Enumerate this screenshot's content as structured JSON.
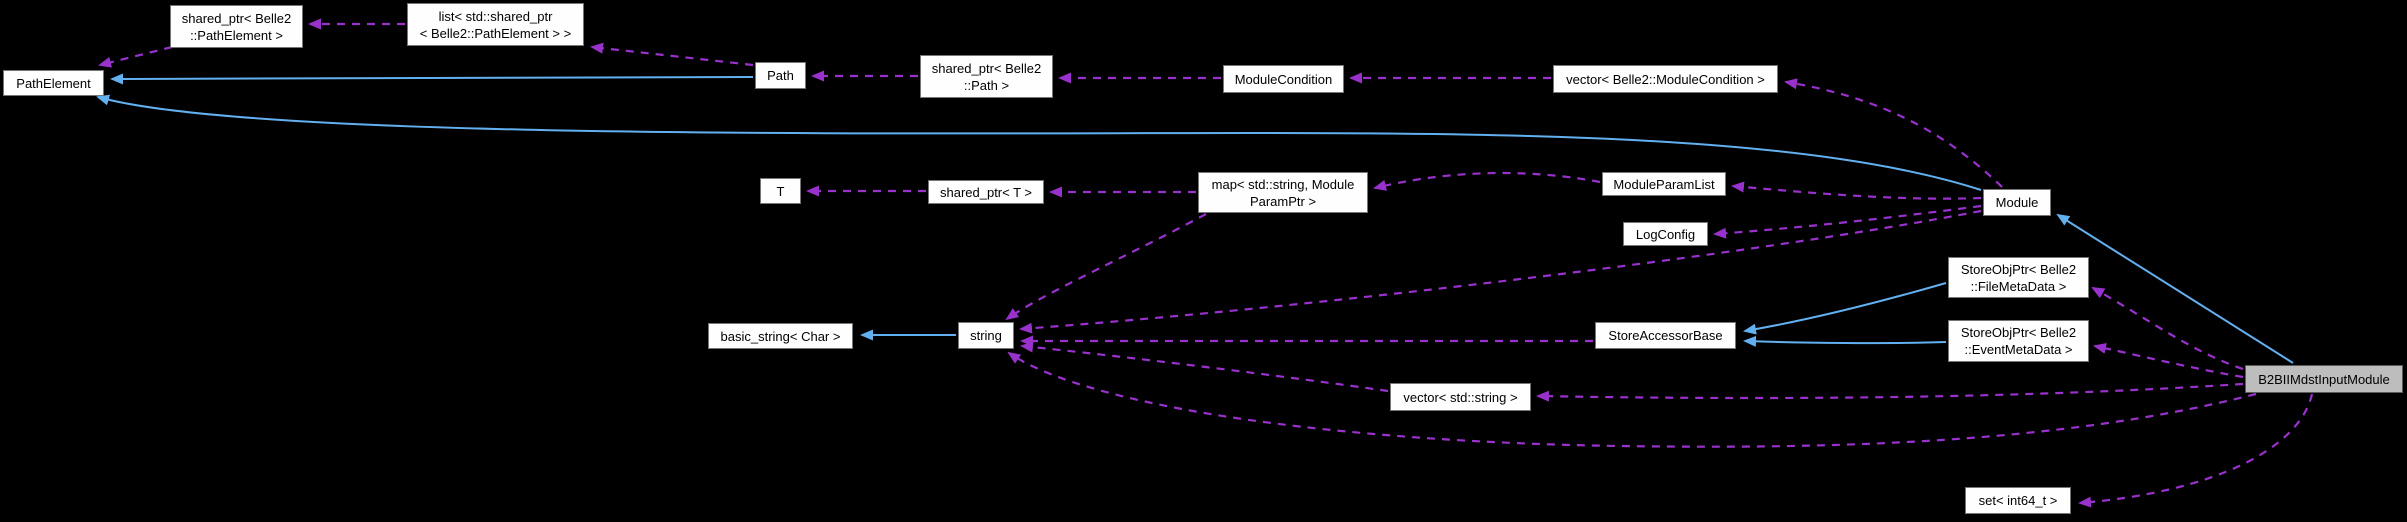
{
  "diagram": {
    "kind": "collaboration-graph",
    "colors": {
      "background": "#000000",
      "node_fill": "#fefefe",
      "node_highlight_fill": "#bdbdbd",
      "node_border": "#757575",
      "node_text": "#000000",
      "uses_edge": "#9932cc",
      "inherits_edge": "#63b0f0"
    },
    "nodes": [
      {
        "id": "shared-ptr-belle2-pathelement",
        "label": "shared_ptr< Belle2\n::PathElement >"
      },
      {
        "id": "list-std-shared-ptr-pathelement",
        "label": "list< std::shared_ptr\n< Belle2::PathElement > >"
      },
      {
        "id": "pathelement",
        "label": "PathElement"
      },
      {
        "id": "path",
        "label": "Path"
      },
      {
        "id": "shared-ptr-belle2-path",
        "label": "shared_ptr< Belle2\n::Path >"
      },
      {
        "id": "modulecondition",
        "label": "ModuleCondition"
      },
      {
        "id": "vector-belle2-modulecondition",
        "label": "vector< Belle2::ModuleCondition >"
      },
      {
        "id": "t",
        "label": "T"
      },
      {
        "id": "shared-ptr-t",
        "label": "shared_ptr< T >"
      },
      {
        "id": "map-std-string-moduleparamptr",
        "label": "map< std::string, Module\nParamPtr >"
      },
      {
        "id": "moduleparamlist",
        "label": "ModuleParamList"
      },
      {
        "id": "logconfig",
        "label": "LogConfig"
      },
      {
        "id": "module",
        "label": "Module"
      },
      {
        "id": "storeobjptr-belle2-filemetadata",
        "label": "StoreObjPtr< Belle2\n::FileMetaData >"
      },
      {
        "id": "storeaccessorbase",
        "label": "StoreAccessorBase"
      },
      {
        "id": "storeobjptr-belle2-eventmetadata",
        "label": "StoreObjPtr< Belle2\n::EventMetaData >"
      },
      {
        "id": "basic-string-char",
        "label": "basic_string< Char >"
      },
      {
        "id": "string",
        "label": "string"
      },
      {
        "id": "vector-std-string",
        "label": "vector< std::string >"
      },
      {
        "id": "b2biimdstinputmodule",
        "label": "B2BIIMdstInputModule"
      },
      {
        "id": "set-int64-t",
        "label": "set< int64_t >"
      }
    ],
    "edges": [
      {
        "from": "shared-ptr-belle2-pathelement",
        "to": "pathelement",
        "type": "uses"
      },
      {
        "from": "list-std-shared-ptr-pathelement",
        "to": "shared-ptr-belle2-pathelement",
        "type": "uses"
      },
      {
        "from": "path",
        "to": "list-std-shared-ptr-pathelement",
        "type": "uses"
      },
      {
        "from": "shared-ptr-belle2-path",
        "to": "path",
        "type": "uses"
      },
      {
        "from": "modulecondition",
        "to": "shared-ptr-belle2-path",
        "type": "uses"
      },
      {
        "from": "vector-belle2-modulecondition",
        "to": "modulecondition",
        "type": "uses"
      },
      {
        "from": "module",
        "to": "vector-belle2-modulecondition",
        "type": "uses"
      },
      {
        "from": "shared-ptr-t",
        "to": "t",
        "type": "uses"
      },
      {
        "from": "map-std-string-moduleparamptr",
        "to": "shared-ptr-t",
        "type": "uses"
      },
      {
        "from": "moduleparamlist",
        "to": "map-std-string-moduleparamptr",
        "type": "uses"
      },
      {
        "from": "module",
        "to": "moduleparamlist",
        "type": "uses"
      },
      {
        "from": "module",
        "to": "logconfig",
        "type": "uses"
      },
      {
        "from": "module",
        "to": "string",
        "type": "uses"
      },
      {
        "from": "map-std-string-moduleparamptr",
        "to": "string",
        "type": "uses"
      },
      {
        "from": "storeaccessorbase",
        "to": "string",
        "type": "uses"
      },
      {
        "from": "vector-std-string",
        "to": "string",
        "type": "uses"
      },
      {
        "from": "b2biimdstinputmodule",
        "to": "storeobjptr-belle2-filemetadata",
        "type": "uses"
      },
      {
        "from": "b2biimdstinputmodule",
        "to": "storeobjptr-belle2-eventmetadata",
        "type": "uses"
      },
      {
        "from": "b2biimdstinputmodule",
        "to": "vector-std-string",
        "type": "uses"
      },
      {
        "from": "b2biimdstinputmodule",
        "to": "string",
        "type": "uses"
      },
      {
        "from": "b2biimdstinputmodule",
        "to": "set-int64-t",
        "type": "uses"
      },
      {
        "from": "path",
        "to": "pathelement",
        "type": "inherits"
      },
      {
        "from": "module",
        "to": "pathelement",
        "type": "inherits"
      },
      {
        "from": "string",
        "to": "basic-string-char",
        "type": "inherits"
      },
      {
        "from": "storeobjptr-belle2-filemetadata",
        "to": "storeaccessorbase",
        "type": "inherits"
      },
      {
        "from": "storeobjptr-belle2-eventmetadata",
        "to": "storeaccessorbase",
        "type": "inherits"
      },
      {
        "from": "b2biimdstinputmodule",
        "to": "module",
        "type": "inherits"
      }
    ]
  }
}
